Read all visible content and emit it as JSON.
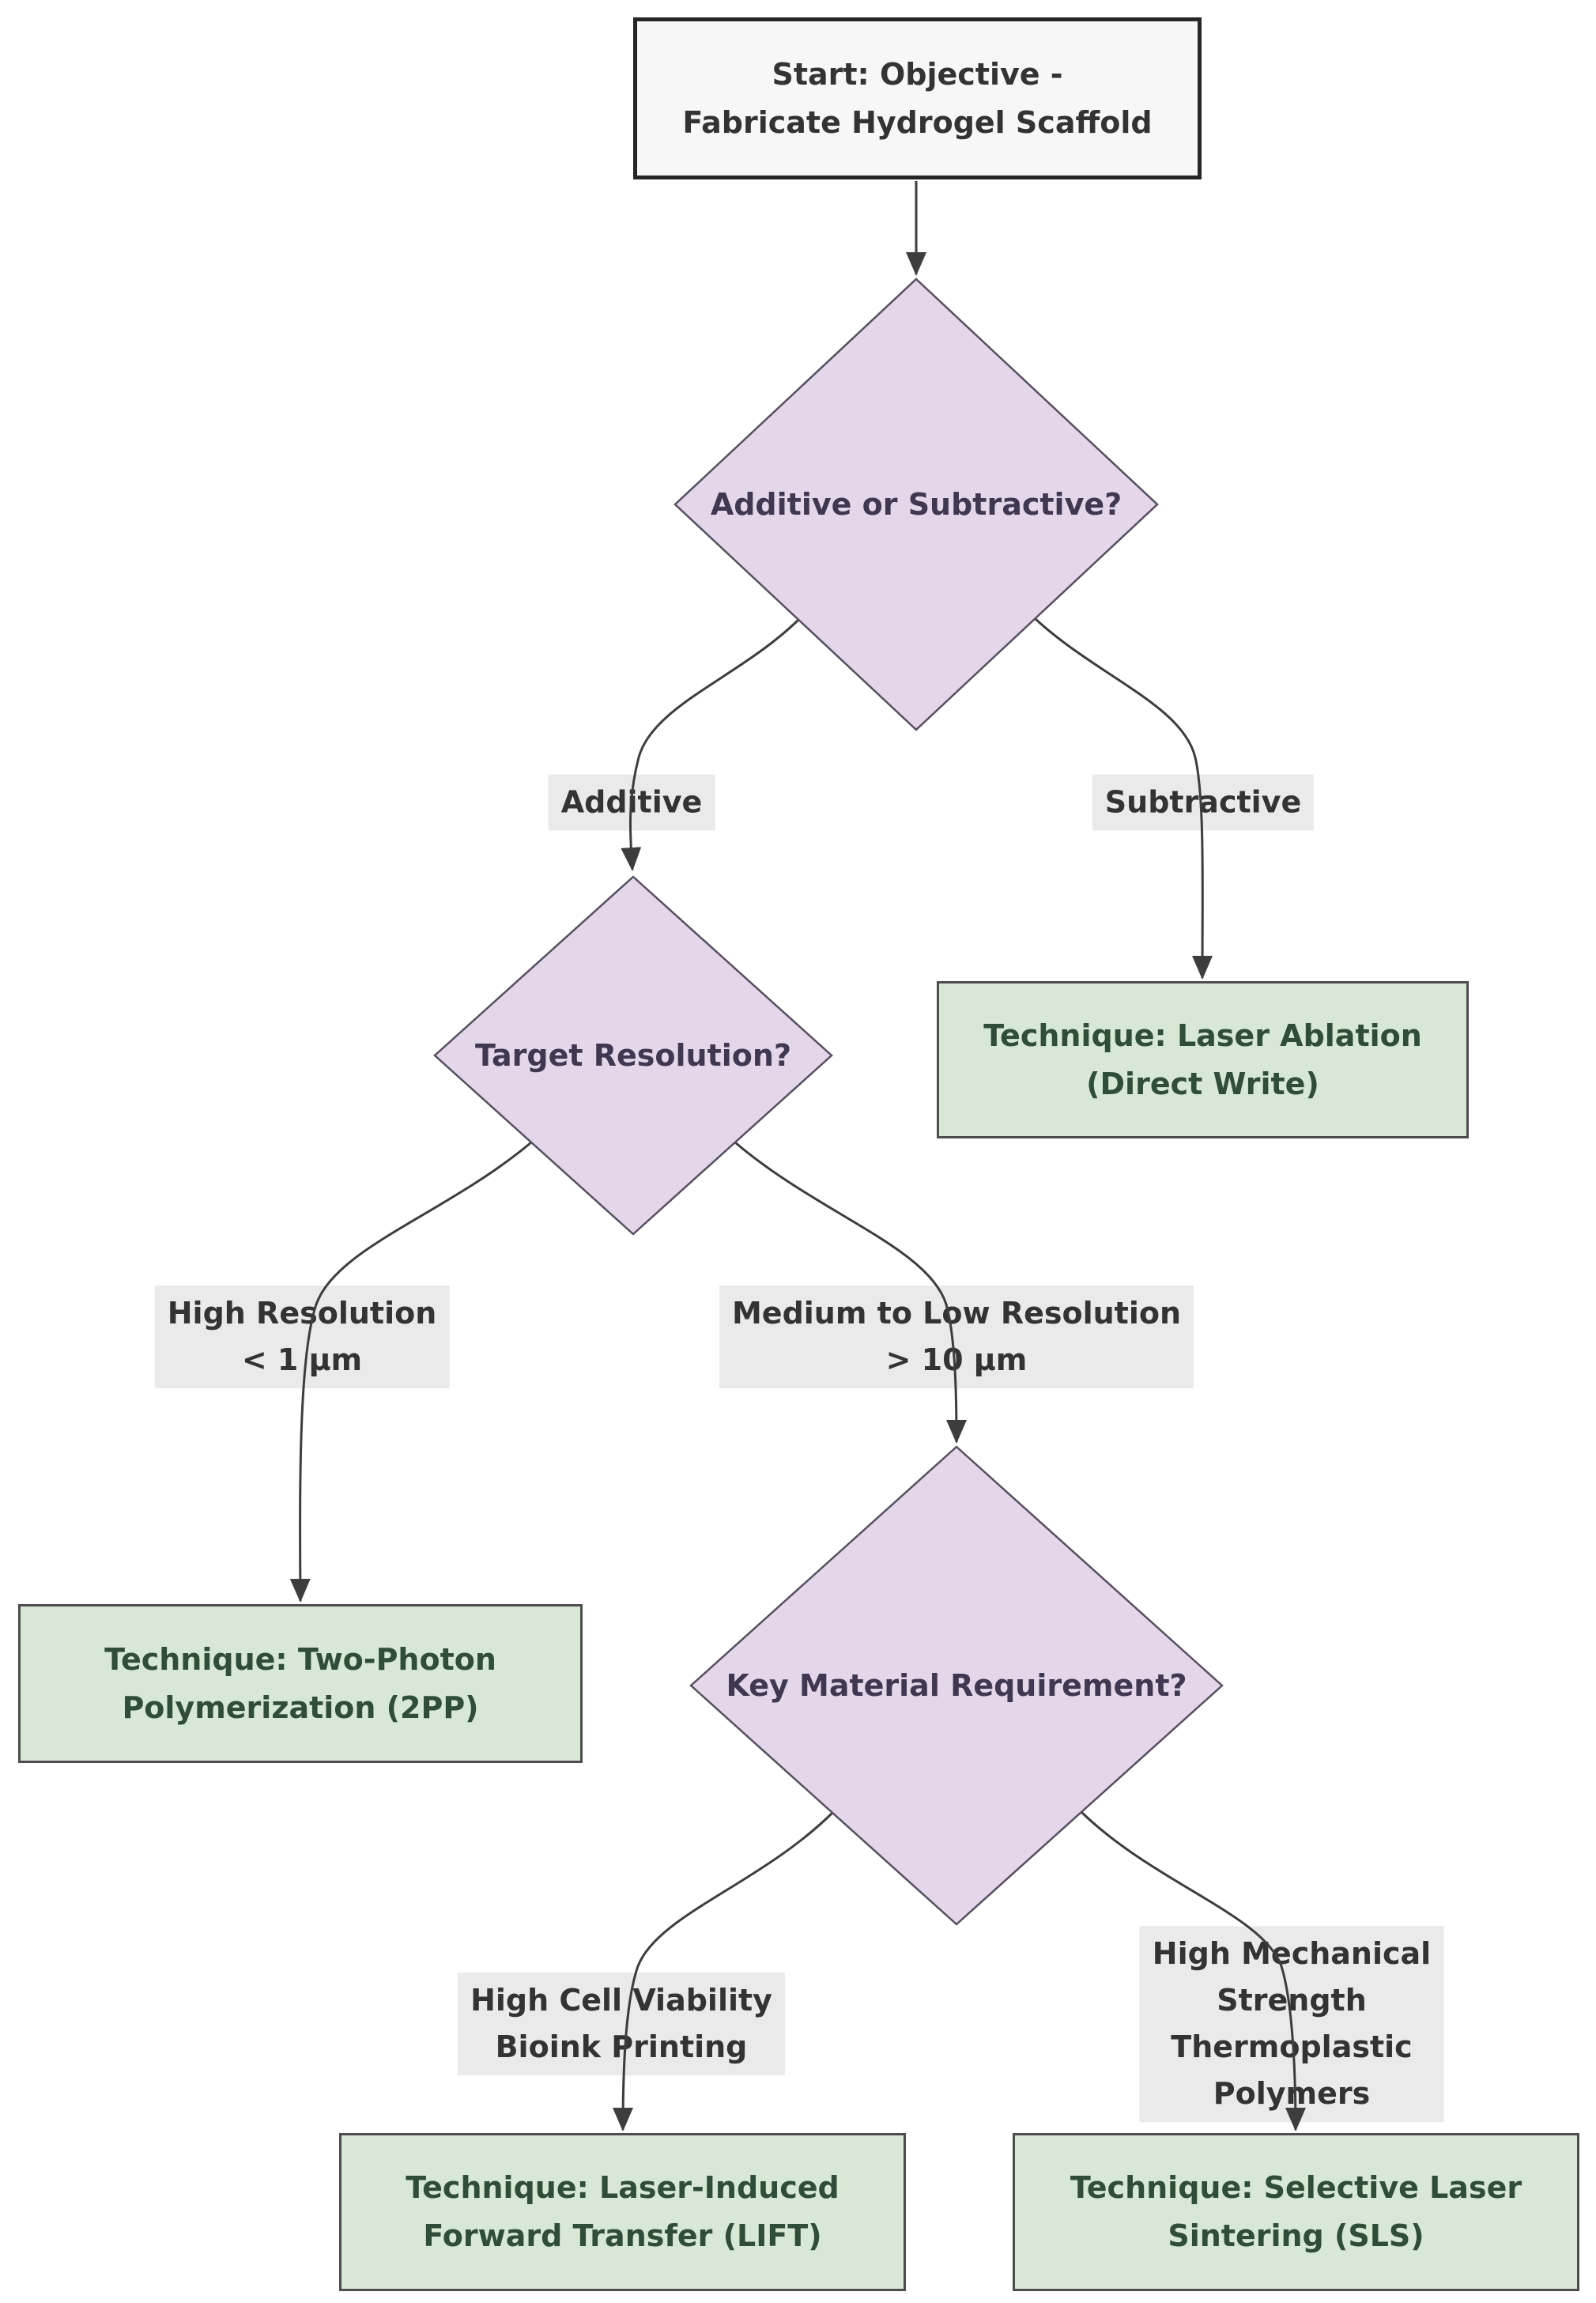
{
  "diagram": {
    "type": "flowchart",
    "direction": "top-down",
    "nodes": {
      "start": {
        "label": "Start: Objective -\nFabricate Hydrogel Scaffold",
        "shape": "rectangle",
        "role": "start"
      },
      "decision_additive_subtractive": {
        "label": "Additive or Subtractive?",
        "shape": "diamond",
        "role": "decision"
      },
      "decision_target_resolution": {
        "label": "Target Resolution?",
        "shape": "diamond",
        "role": "decision"
      },
      "decision_key_material": {
        "label": "Key Material Requirement?",
        "shape": "diamond",
        "role": "decision"
      },
      "technique_laser_ablation": {
        "label": "Technique: Laser Ablation\n(Direct Write)",
        "shape": "rectangle",
        "role": "technique"
      },
      "technique_two_photon": {
        "label": "Technique: Two-Photon\nPolymerization (2PP)",
        "shape": "rectangle",
        "role": "technique"
      },
      "technique_lift": {
        "label": "Technique: Laser-Induced\nForward Transfer (LIFT)",
        "shape": "rectangle",
        "role": "technique"
      },
      "technique_sls": {
        "label": "Technique: Selective Laser\nSintering (SLS)",
        "shape": "rectangle",
        "role": "technique"
      }
    },
    "edges": [
      {
        "from": "start",
        "to": "decision_additive_subtractive",
        "label": ""
      },
      {
        "from": "decision_additive_subtractive",
        "to": "decision_target_resolution",
        "label": "Additive"
      },
      {
        "from": "decision_additive_subtractive",
        "to": "technique_laser_ablation",
        "label": "Subtractive"
      },
      {
        "from": "decision_target_resolution",
        "to": "technique_two_photon",
        "label": "High Resolution\n< 1 μm"
      },
      {
        "from": "decision_target_resolution",
        "to": "decision_key_material",
        "label": "Medium to Low Resolution\n> 10 μm"
      },
      {
        "from": "decision_key_material",
        "to": "technique_lift",
        "label": "High Cell Viability\nBioink Printing"
      },
      {
        "from": "decision_key_material",
        "to": "technique_sls",
        "label": "High Mechanical Strength\nThermoplastic Polymers"
      }
    ],
    "colors": {
      "background": "#ffffff",
      "start_fill": "#f7f7f7",
      "start_border": "#262626",
      "start_text": "#333333",
      "decision_fill": "#e3d7e9",
      "decision_border": "#56505e",
      "decision_text": "#3f3850",
      "technique_fill": "#d7e8d4",
      "technique_border": "#4d4d4d",
      "technique_text": "#2f4d38",
      "edge_label_bg": "#e8e8e8",
      "edge_label_text": "#333333",
      "edge_line": "#3d3d3d"
    }
  }
}
